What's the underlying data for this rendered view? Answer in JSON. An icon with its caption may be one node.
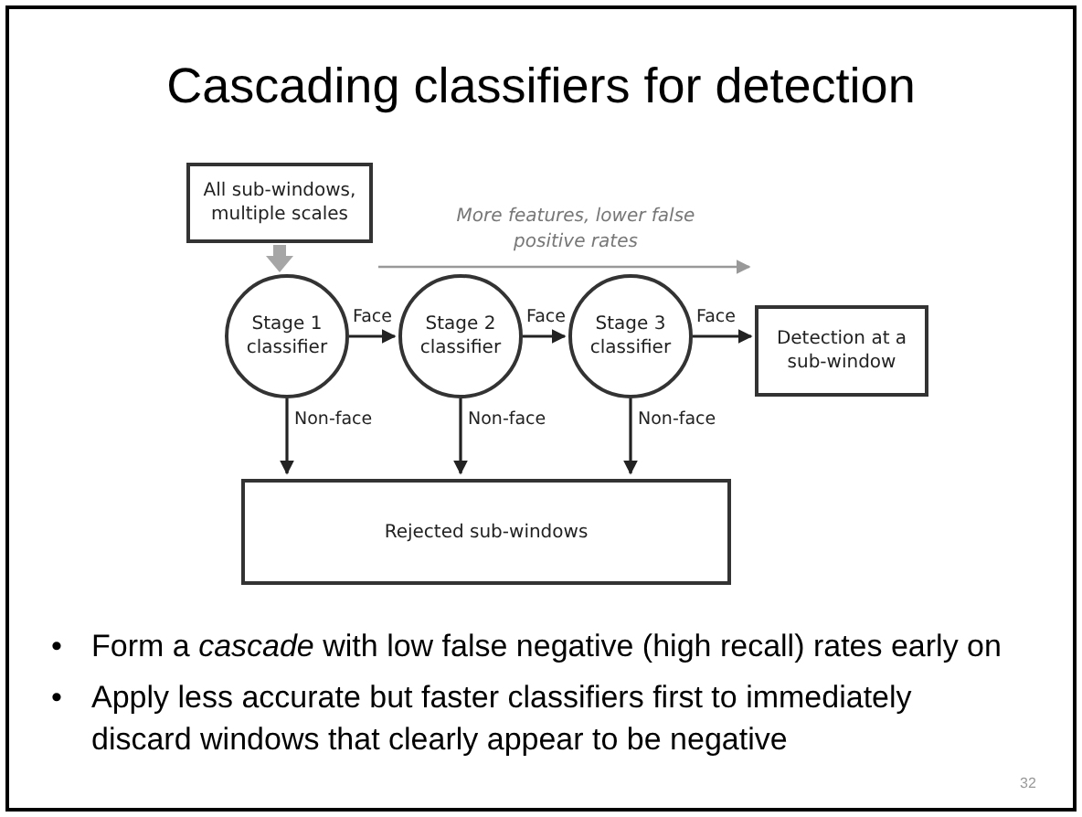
{
  "diagram": {
    "title": "Cascading classifiers for detection",
    "nodes": [
      {
        "text": [
          "All sub-windows, multiple scales"
        ]
      },
      {
        "text": [
          "Stage 1 classifier"
        ]
      },
      {
        "text": [
          "Stage 2 classifier"
        ]
      },
      {
        "text": [
          "Stage 3 classifier"
        ]
      },
      {
        "text": [
          "Detection at a sub-window"
        ]
      },
      {
        "text": [
          "Rejected sub-windows"
        ]
      }
    ],
    "edges": [
      {
        "from": 0,
        "to": 1,
        "arrow": "to",
        "style": "thick",
        "color": "#a6a6a6"
      },
      {
        "from": 1,
        "to": 2,
        "arrow": "to",
        "label": "Face"
      },
      {
        "from": 2,
        "to": 3,
        "arrow": "to",
        "label": "Face"
      },
      {
        "from": 3,
        "to": 4,
        "arrow": "to",
        "label": "Face"
      },
      {
        "from": 1,
        "to": 5,
        "arrow": "to",
        "label": "Non-face"
      },
      {
        "from": 2,
        "to": 5,
        "arrow": "to",
        "label": "Non-face"
      },
      {
        "from": 3,
        "to": 5,
        "arrow": "to",
        "label": "Non-face"
      }
    ],
    "labels": [
      "More features, lower false positive rates",
      "•",
      "Form a *cascade* with low false negative (high recall) rates early on",
      "•",
      "Apply less accurate but faster classifiers first to immediately discard windows that clearly appear to be negative",
      "32"
    ]
  }
}
